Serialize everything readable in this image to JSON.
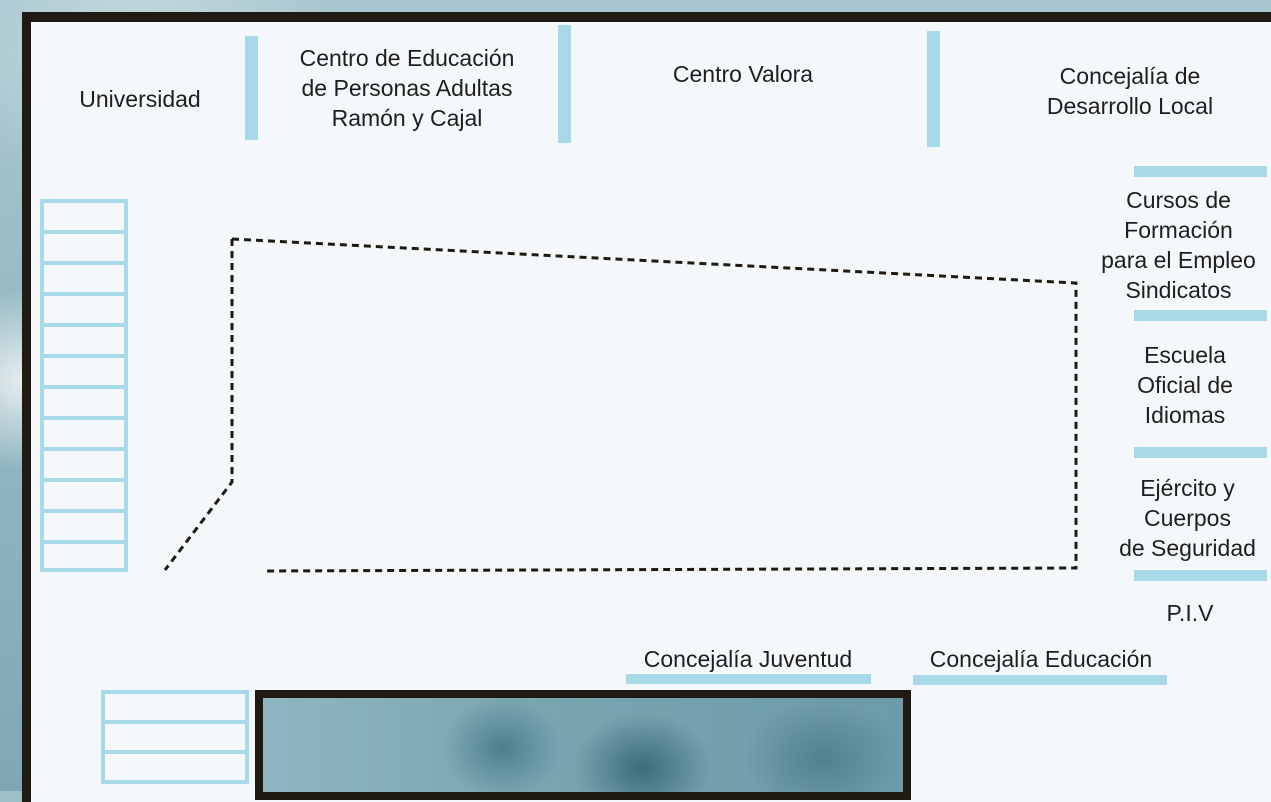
{
  "map": {
    "top_labels": {
      "universidad": "Universidad",
      "centro_educacion": "Centro de Educación\nde Personas Adultas\nRamón y Cajal",
      "centro_valora": "Centro Valora",
      "concejalia_desarrollo": "Concejalía de\nDesarrollo Local"
    },
    "right_labels": {
      "cursos": "Cursos de\nFormación\npara el Empleo\nSindicatos",
      "escuela": "Escuela\nOficial de\nIdiomas",
      "ejercito": "Ejército y\nCuerpos\nde Seguridad",
      "piv": "P.I.V"
    },
    "bottom_labels": {
      "juventud": "Concejalía Juventud",
      "educacion": "Concejalía Educación"
    },
    "colors": {
      "accent": "#a8d9e8",
      "wall": "#1f1a12",
      "floor": "#f4f8fa"
    }
  }
}
